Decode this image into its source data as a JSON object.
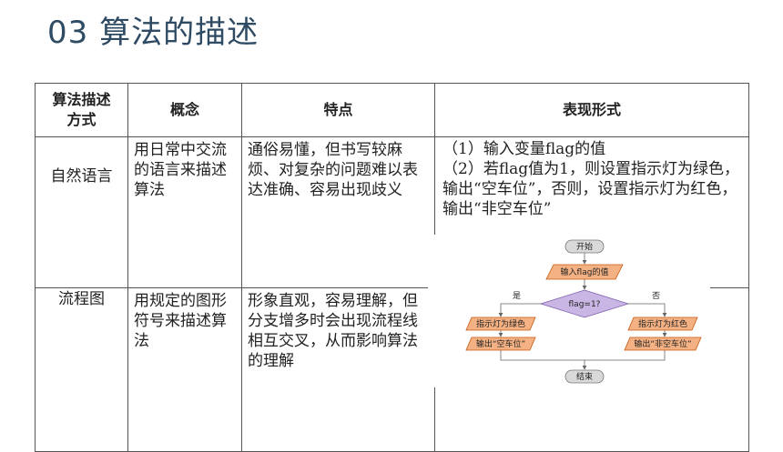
{
  "title": "03  算法的描述",
  "headers": [
    "算法描述\n方式",
    "概念",
    "特点",
    "表现形式"
  ],
  "rows": [
    {
      "method": "自然语言",
      "concept": "用日常中交流的语言来描述算法",
      "feature": "通俗易懂，但书写较麻烦、对复杂的问题难以表达准确、容易出现歧义",
      "form_lines": [
        "（1）输入变量flag的值",
        "（2）若flag值为1，则设置指示灯为绿色，输出“空车位”，否则，设置指示灯为红色，输出“非空车位”"
      ]
    },
    {
      "method": "流程图",
      "concept": "用规定的图形符号来描述算法",
      "feature": "形象直观，容易理解，但分支增多时会出现流程线相互交叉，从而影响算法的理解"
    }
  ],
  "flowchart": {
    "start": "开始",
    "input": "输入flag的值",
    "decision": "flag=1?",
    "yes_label": "是",
    "no_label": "否",
    "green": "指示灯为绿色",
    "red": "指示灯为红色",
    "out_empty": "输出“空车位”",
    "out_full": "输出“非空车位”",
    "end": "结束"
  },
  "colors": {
    "title": "#2f4a63",
    "terminal_fill": "#d9d9d9",
    "box_fill": "#f4b183",
    "box_stroke": "#c55a11",
    "decision_fill": "#c9b6e4",
    "decision_stroke": "#7f5fae"
  }
}
